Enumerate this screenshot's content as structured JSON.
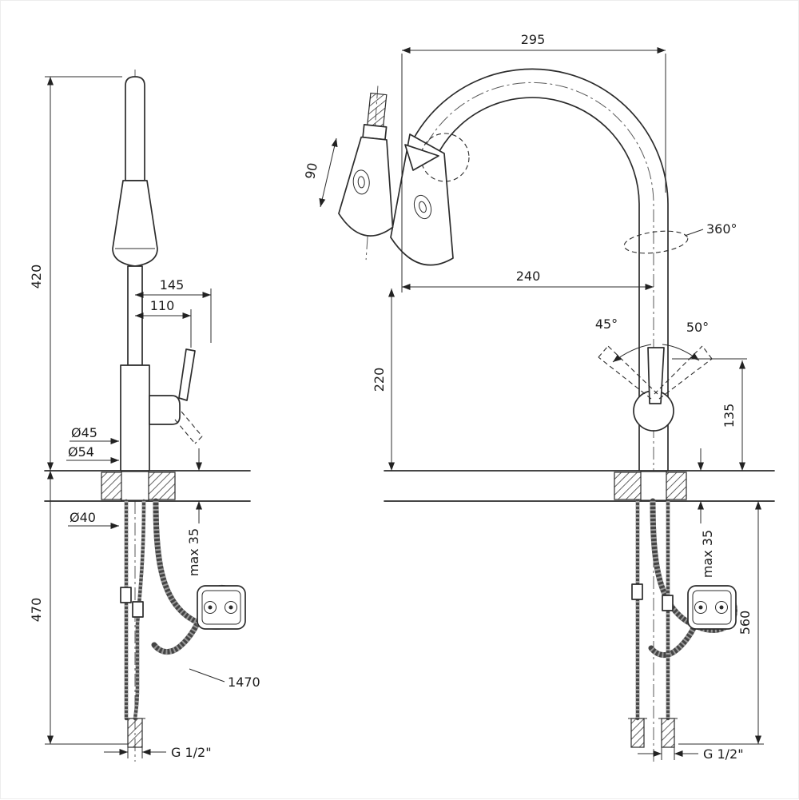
{
  "drawing": {
    "left": {
      "dim_420": "420",
      "dim_470": "470",
      "dim_145": "145",
      "dim_110": "110",
      "dia_45": "Ø45",
      "dia_54": "Ø54",
      "dia_40": "Ø40",
      "max_35": "max 35",
      "dim_1470": "1470",
      "thread": "G 1/2\""
    },
    "right": {
      "dim_295": "295",
      "dim_90": "90",
      "dim_240": "240",
      "dim_220": "220",
      "rot_360": "360°",
      "ang_45": "45°",
      "ang_50": "50°",
      "dim_135": "135",
      "max_35": "max 35",
      "dim_560": "560",
      "thread": "G 1/2\""
    }
  }
}
